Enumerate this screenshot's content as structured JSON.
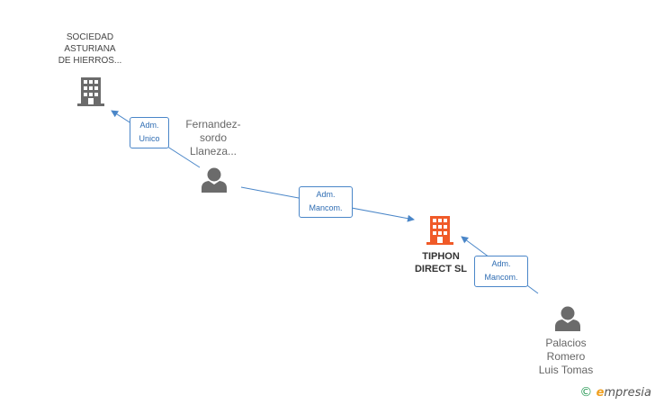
{
  "nodes": {
    "sociedad": {
      "label": "SOCIEDAD\nASTURIANA\nDE HIERROS...",
      "icon": "building-icon",
      "color": "#6b6b6b"
    },
    "fernandez": {
      "label": "Fernandez-\nsordo\nLlaneza...",
      "icon": "person-icon",
      "color": "#6b6b6b"
    },
    "tiphon": {
      "label": "TIPHON\nDIRECT SL",
      "icon": "building-icon",
      "color": "#f05a28"
    },
    "palacios": {
      "label": "Palacios\nRomero\nLuis Tomas",
      "icon": "person-icon",
      "color": "#6b6b6b"
    }
  },
  "edges": {
    "fernandez_to_sociedad": {
      "label": "Adm.\nUnico"
    },
    "fernandez_to_tiphon": {
      "label": "Adm.\nMancom."
    },
    "palacios_to_tiphon": {
      "label": "Adm.\nMancom."
    }
  },
  "brand": {
    "symbol": "©",
    "initial": "e",
    "name": "mpresia"
  },
  "colors": {
    "edge": "#4a86c8",
    "edge_text": "#2f6db3"
  }
}
